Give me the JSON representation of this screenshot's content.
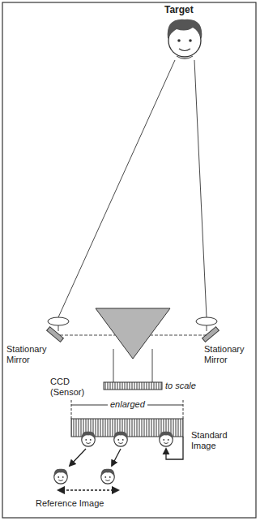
{
  "diagram": {
    "labels": [
      "Target",
      "Stationary Mirror",
      "Stationary Mirror",
      "CCD (Sensor)",
      "to scale",
      "enlarged",
      "Standard Image",
      "Reference Image"
    ]
  }
}
